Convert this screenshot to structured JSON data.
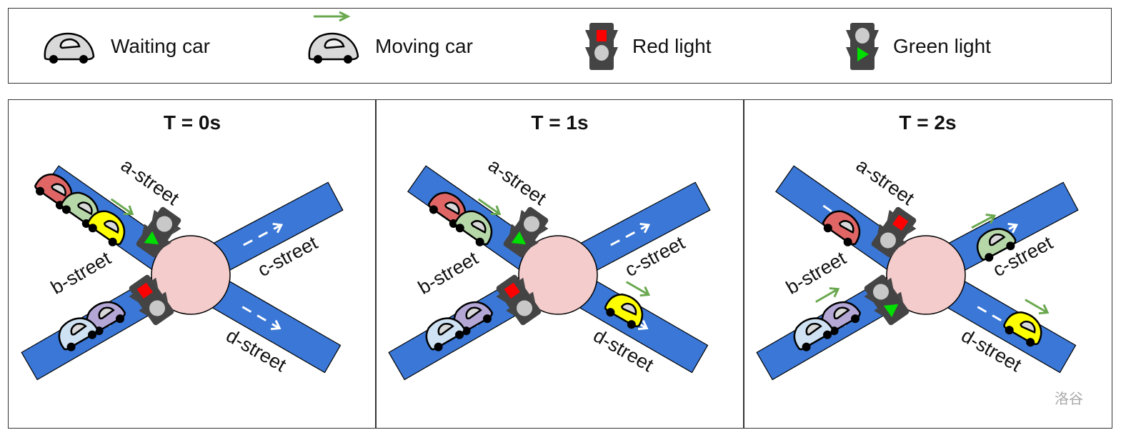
{
  "legend": {
    "items": [
      {
        "icon": "waiting-car-icon",
        "label": "Waiting car"
      },
      {
        "icon": "moving-car-icon",
        "label": "Moving car"
      },
      {
        "icon": "red-light-icon",
        "label": "Red light"
      },
      {
        "icon": "green-light-icon",
        "label": "Green light"
      }
    ]
  },
  "colors": {
    "road": "#3a77d6",
    "junction": "#f4cccc",
    "light_body": "#444444",
    "red_lamp": "#ff0000",
    "green_lamp": "#00dd00",
    "off_lamp": "#c8c8c8",
    "move_arrow": "#6aa84f",
    "legend_car": "#d9d9d9"
  },
  "streets": [
    "a-street",
    "b-street",
    "c-street",
    "d-street"
  ],
  "panels": [
    {
      "title": "T = 0s",
      "lights": {
        "a": "green",
        "b": "red"
      },
      "cars": [
        {
          "color": "#e06666",
          "street": "a",
          "slot": 2,
          "moving": false
        },
        {
          "color": "#b6d7a8",
          "street": "a",
          "slot": 1,
          "moving": false
        },
        {
          "color": "#ffff00",
          "street": "a",
          "slot": 0,
          "moving": true
        },
        {
          "color": "#b4a7d6",
          "street": "b",
          "slot": 0,
          "moving": false
        },
        {
          "color": "#cfe2f3",
          "street": "b",
          "slot": 1,
          "moving": false
        }
      ]
    },
    {
      "title": "T = 1s",
      "lights": {
        "a": "green",
        "b": "red"
      },
      "cars": [
        {
          "color": "#e06666",
          "street": "a",
          "slot": 1,
          "moving": false
        },
        {
          "color": "#b6d7a8",
          "street": "a",
          "slot": 0,
          "moving": true
        },
        {
          "color": "#ffff00",
          "street": "d",
          "slot": 0,
          "moving": true
        },
        {
          "color": "#b4a7d6",
          "street": "b",
          "slot": 0,
          "moving": false
        },
        {
          "color": "#cfe2f3",
          "street": "b",
          "slot": 1,
          "moving": false
        }
      ]
    },
    {
      "title": "T = 2s",
      "lights": {
        "a": "red",
        "b": "green"
      },
      "cars": [
        {
          "color": "#e06666",
          "street": "a",
          "slot": 0,
          "moving": false
        },
        {
          "color": "#b6d7a8",
          "street": "c",
          "slot": 0,
          "moving": true
        },
        {
          "color": "#ffff00",
          "street": "d",
          "slot": 1,
          "moving": true
        },
        {
          "color": "#b4a7d6",
          "street": "b",
          "slot": 0,
          "moving": true
        },
        {
          "color": "#cfe2f3",
          "street": "b",
          "slot": 1,
          "moving": false
        }
      ]
    }
  ],
  "watermark": "洛谷"
}
